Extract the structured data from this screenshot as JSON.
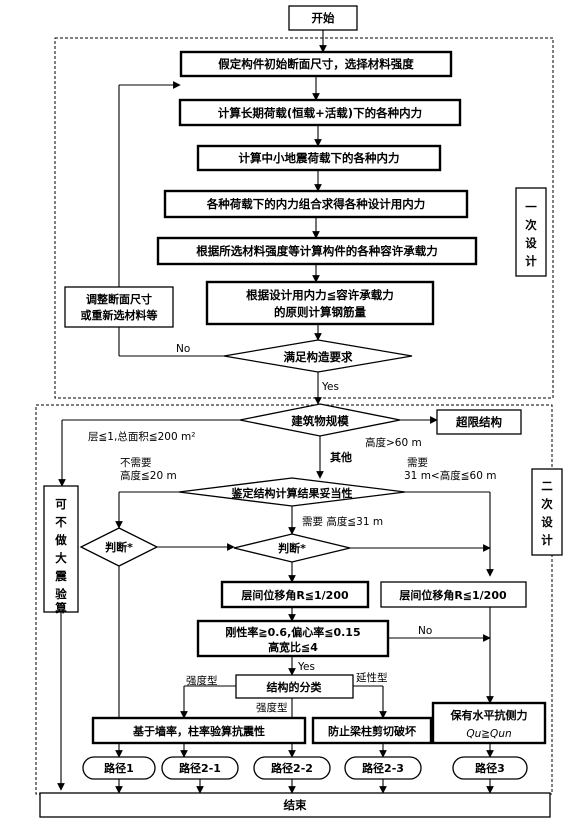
{
  "start": "开始",
  "end": "结束",
  "design1": {
    "side_label": "一次设计",
    "steps": [
      "假定构件初始断面尺寸，选择材料强度",
      "计算长期荷载(恒载+活载)下的各种内力",
      "计算中小地震荷载下的各种内力",
      "各种荷载下的内力组合求得各种设计用内力",
      "根据所选材料强度等计算构件的各种容许承载力",
      "根据设计用内力≦容许承载力",
      "的原则计算钢筋量"
    ],
    "adjust": [
      "调整断面尺寸",
      "或重新选材料等"
    ],
    "decision": "满足构造要求",
    "no": "No",
    "yes": "Yes"
  },
  "design2": {
    "side_label": "二次设计",
    "no_check": "可不做大震验算",
    "scale": "建筑物规模",
    "over_limit": "超限结构",
    "cond_small": "层≦1,总面积≦200 m²",
    "cond_height60": "高度>60 m",
    "other": "其他",
    "not_needed": "不需要",
    "height_le20": "高度≦20 m",
    "needed": "需要",
    "height_31_60": "31 m<高度≦60 m",
    "appraise": "鉴定结构计算结果妥当性",
    "needed_le31": "需要  高度≦31 m",
    "judge1": "判断*",
    "judge2": "判断*",
    "drift1": "层间位移角R≦1/200",
    "drift2": "层间位移角R≦1/200",
    "stiffness": [
      "刚性率≧0.6,偏心率≦0.15",
      "高宽比≦4"
    ],
    "no": "No",
    "yes": "Yes",
    "classify": "结构的分类",
    "strength_type": "强度型",
    "strength_type2": "强度型",
    "ductile_type": "延性型",
    "wall_check": "基于墙率，柱率验算抗震性",
    "prevent_shear": "防止梁柱剪切破坏",
    "retain_lateral": "保有水平抗侧力",
    "retain_formula": "Qu≧Qun"
  },
  "routes": [
    "路径1",
    "路径2-1",
    "路径2-2",
    "路径2-3",
    "路径3"
  ]
}
